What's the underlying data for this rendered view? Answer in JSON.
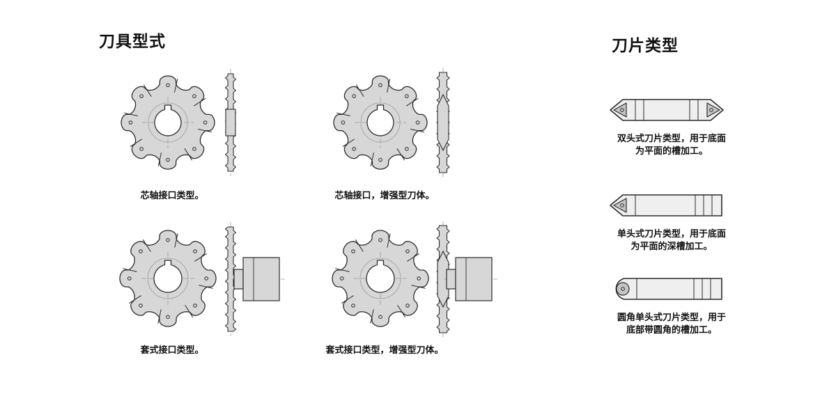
{
  "colors": {
    "body_fill": "#d7d7d7",
    "outline": "#2b2b2b",
    "centerline": "#9a9a9a",
    "text": "#111111",
    "background": "#ffffff"
  },
  "tools_section": {
    "title": "刀具型式",
    "items": [
      {
        "caption": "芯轴接口类型。"
      },
      {
        "caption": "芯轴接口，增强型刀体。"
      },
      {
        "caption": "套式接口类型。"
      },
      {
        "caption": "套式接口类型，增强型刀体。"
      }
    ]
  },
  "inserts_section": {
    "title": "刀片类型",
    "items": [
      {
        "line1": "双头式刀片类型，用于底面",
        "line2": "为平面的槽加工。"
      },
      {
        "line1": "单头式刀片类型，用于底面",
        "line2": "为平面的深槽加工。"
      },
      {
        "line1": "圆角单头式刀片类型，用于",
        "line2": "底部带圆角的槽加工。"
      }
    ]
  }
}
